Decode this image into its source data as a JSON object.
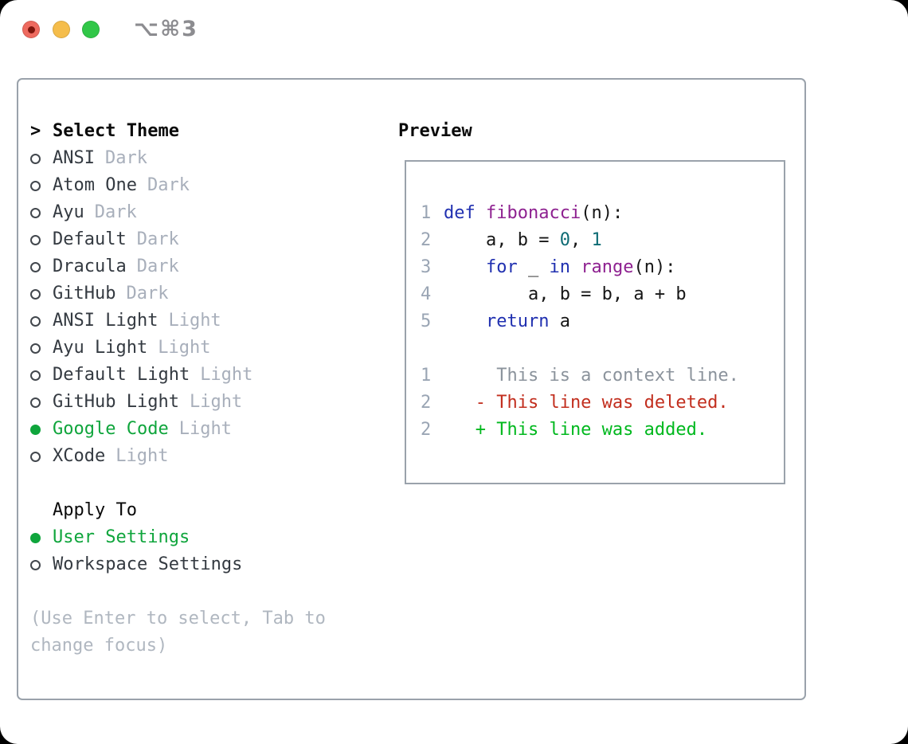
{
  "window": {
    "title": "⌥⌘3"
  },
  "theme_picker": {
    "prompt": ">",
    "header": "Select Theme",
    "items": [
      {
        "name": "ANSI",
        "variant": "Dark",
        "selected": false
      },
      {
        "name": "Atom One",
        "variant": "Dark",
        "selected": false
      },
      {
        "name": "Ayu",
        "variant": "Dark",
        "selected": false
      },
      {
        "name": "Default",
        "variant": "Dark",
        "selected": false
      },
      {
        "name": "Dracula",
        "variant": "Dark",
        "selected": false
      },
      {
        "name": "GitHub",
        "variant": "Dark",
        "selected": false
      },
      {
        "name": "ANSI Light",
        "variant": "Light",
        "selected": false
      },
      {
        "name": "Ayu Light",
        "variant": "Light",
        "selected": false
      },
      {
        "name": "Default Light",
        "variant": "Light",
        "selected": false
      },
      {
        "name": "GitHub Light",
        "variant": "Light",
        "selected": false
      },
      {
        "name": "Google Code",
        "variant": "Light",
        "selected": true
      },
      {
        "name": "XCode",
        "variant": "Light",
        "selected": false
      }
    ],
    "apply_to": {
      "header": "Apply To",
      "options": [
        {
          "name": "User Settings",
          "selected": true
        },
        {
          "name": "Workspace Settings",
          "selected": false
        }
      ]
    },
    "hint": "(Use Enter to select, Tab to change focus)"
  },
  "preview": {
    "header": "Preview",
    "lines": [
      {
        "num": "1",
        "segments": [
          {
            "text": "def",
            "color": "keyword"
          },
          {
            "text": " ",
            "color": "plain"
          },
          {
            "text": "fibonacci",
            "color": "function"
          },
          {
            "text": "(n):",
            "color": "plain"
          }
        ]
      },
      {
        "num": "2",
        "segments": [
          {
            "text": "    a, b = ",
            "color": "plain"
          },
          {
            "text": "0",
            "color": "literal"
          },
          {
            "text": ", ",
            "color": "plain"
          },
          {
            "text": "1",
            "color": "literal"
          }
        ]
      },
      {
        "num": "3",
        "segments": [
          {
            "text": "    ",
            "color": "plain"
          },
          {
            "text": "for",
            "color": "keyword"
          },
          {
            "text": " _ ",
            "color": "plain"
          },
          {
            "text": "in",
            "color": "keyword"
          },
          {
            "text": " ",
            "color": "plain"
          },
          {
            "text": "range",
            "color": "function"
          },
          {
            "text": "(n):",
            "color": "plain"
          }
        ]
      },
      {
        "num": "4",
        "segments": [
          {
            "text": "        a, b = b, a + b",
            "color": "plain"
          }
        ]
      },
      {
        "num": "5",
        "segments": [
          {
            "text": "    ",
            "color": "plain"
          },
          {
            "text": "return",
            "color": "keyword"
          },
          {
            "text": " a",
            "color": "plain"
          }
        ]
      },
      {
        "num": "",
        "segments": []
      },
      {
        "num": "1",
        "segments": [
          {
            "text": "     This is a context line.",
            "color": "context"
          }
        ]
      },
      {
        "num": "2",
        "segments": [
          {
            "text": "   - This line was deleted.",
            "color": "deleted"
          }
        ]
      },
      {
        "num": "2",
        "segments": [
          {
            "text": "   + This line was added.",
            "color": "added"
          }
        ]
      }
    ]
  },
  "colors": {
    "accent_green": "#0fa53c",
    "traffic_red": "#ee6a5f",
    "traffic_red_dot": "#7e150c",
    "traffic_yellow": "#f5bd4b",
    "traffic_green": "#31c748",
    "title_gray": "#8c8c90",
    "border": "#9aa2ab",
    "heading": "#0a0a0a",
    "item_text": "#343a41",
    "radio_stroke": "#42474d",
    "variant_tag": "#a8afbb",
    "hint": "#b0b7c0",
    "line_number": "#9aa5b4",
    "keyword": "#2030b0",
    "function": "#8e2190",
    "literal": "#0e6b74",
    "plain": "#161616",
    "context": "#8b939c",
    "deleted": "#c22e1e",
    "added": "#00b81e"
  }
}
